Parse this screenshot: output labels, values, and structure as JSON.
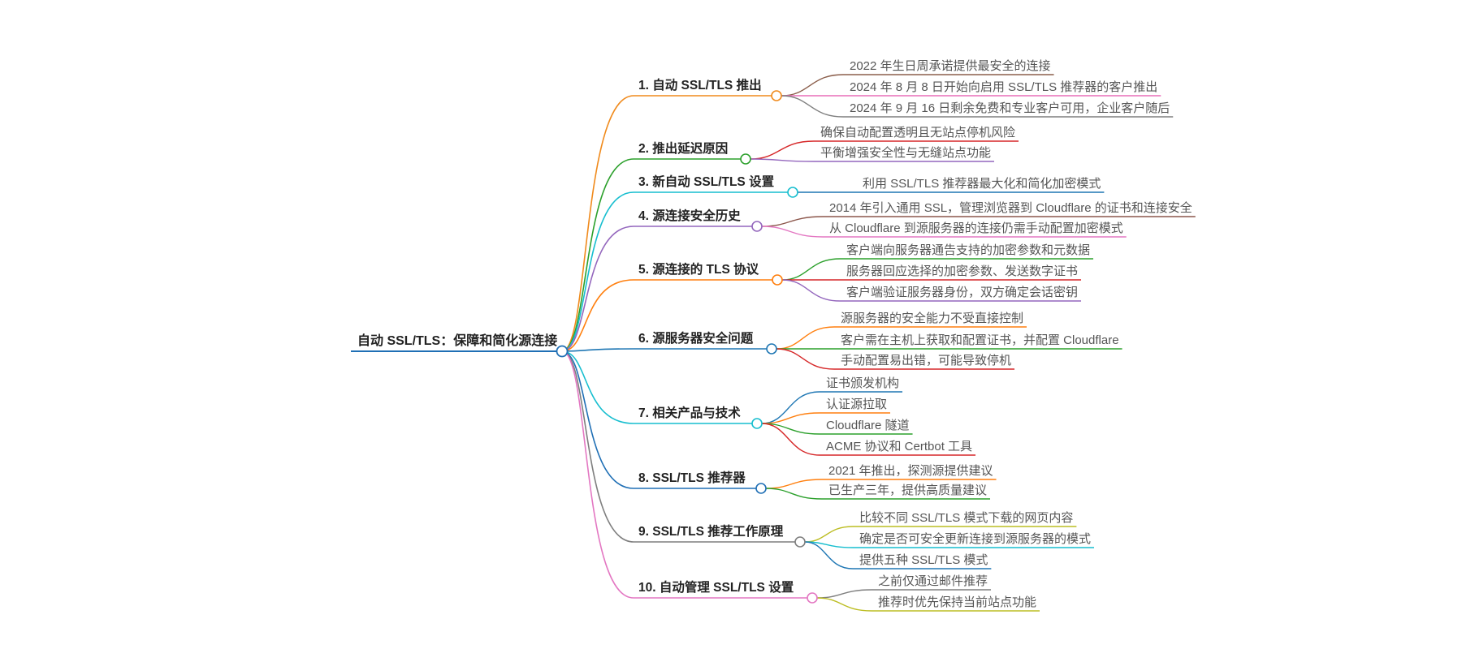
{
  "root": {
    "label": "自动 SSL/TLS：保障和简化源连接",
    "color": "#1f6fb5"
  },
  "branches": [
    {
      "label": "1. 自动 SSL/TLS 推出",
      "color": "#f08a1c",
      "leaves": [
        {
          "label": "2022 年生日周承诺提供最安全的连接",
          "color": "#8b5e4b"
        },
        {
          "label": "2024 年 8 月 8 日开始向启用 SSL/TLS 推荐器的客户推出",
          "color": "#e86fb8"
        },
        {
          "label": "2024 年 9 月 16 日剩余免费和专业客户可用，企业客户随后",
          "color": "#7f7f7f"
        }
      ]
    },
    {
      "label": "2. 推出延迟原因",
      "color": "#2ca02c",
      "leaves": [
        {
          "label": "确保自动配置透明且无站点停机风险",
          "color": "#d62728"
        },
        {
          "label": "平衡增强安全性与无缝站点功能",
          "color": "#9467bd"
        }
      ]
    },
    {
      "label": "3. 新自动 SSL/TLS 设置",
      "color": "#17becf",
      "leaves": [
        {
          "label": "利用 SSL/TLS 推荐器最大化和简化加密模式",
          "color": "#1f77b4"
        }
      ]
    },
    {
      "label": "4. 源连接安全历史",
      "color": "#9467bd",
      "leaves": [
        {
          "label": "2014 年引入通用 SSL，管理浏览器到 Cloudflare 的证书和连接安全",
          "color": "#8c564b"
        },
        {
          "label": "从 Cloudflare 到源服务器的连接仍需手动配置加密模式",
          "color": "#e377c2"
        }
      ]
    },
    {
      "label": "5. 源连接的 TLS 协议",
      "color": "#ff7f0e",
      "leaves": [
        {
          "label": "客户端向服务器通告支持的加密参数和元数据",
          "color": "#2ca02c"
        },
        {
          "label": "服务器回应选择的加密参数、发送数字证书",
          "color": "#d62728"
        },
        {
          "label": "客户端验证服务器身份，双方确定会话密钥",
          "color": "#9467bd"
        }
      ]
    },
    {
      "label": "6. 源服务器安全问题",
      "color": "#1f77b4",
      "leaves": [
        {
          "label": "源服务器的安全能力不受直接控制",
          "color": "#ff7f0e"
        },
        {
          "label": "客户需在主机上获取和配置证书，并配置 Cloudflare",
          "color": "#2ca02c"
        },
        {
          "label": "手动配置易出错，可能导致停机",
          "color": "#d62728"
        }
      ]
    },
    {
      "label": "7. 相关产品与技术",
      "color": "#17becf",
      "leaves": [
        {
          "label": "证书颁发机构",
          "color": "#1f77b4"
        },
        {
          "label": "认证源拉取",
          "color": "#ff7f0e"
        },
        {
          "label": "Cloudflare 隧道",
          "color": "#2ca02c"
        },
        {
          "label": "ACME 协议和 Certbot 工具",
          "color": "#d62728"
        }
      ]
    },
    {
      "label": "8. SSL/TLS 推荐器",
      "color": "#1f6fb5",
      "leaves": [
        {
          "label": "2021 年推出，探测源提供建议",
          "color": "#ff7f0e"
        },
        {
          "label": "已生产三年，提供高质量建议",
          "color": "#2ca02c"
        }
      ]
    },
    {
      "label": "9. SSL/TLS 推荐工作原理",
      "color": "#7f7f7f",
      "leaves": [
        {
          "label": "比较不同 SSL/TLS 模式下载的网页内容",
          "color": "#bcbd22"
        },
        {
          "label": "确定是否可安全更新连接到源服务器的模式",
          "color": "#17becf"
        },
        {
          "label": "提供五种 SSL/TLS 模式",
          "color": "#1f77b4"
        }
      ]
    },
    {
      "label": "10. 自动管理 SSL/TLS 设置",
      "color": "#e377c2",
      "leaves": [
        {
          "label": "之前仅通过邮件推荐",
          "color": "#7f7f7f"
        },
        {
          "label": "推荐时优先保持当前站点功能",
          "color": "#bcbd22"
        }
      ]
    }
  ]
}
